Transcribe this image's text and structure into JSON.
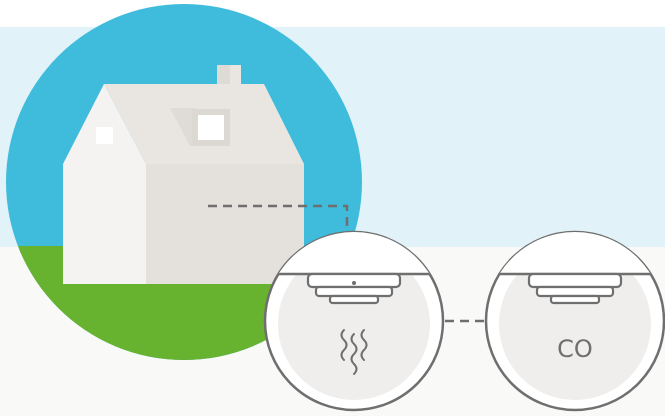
{
  "colors": {
    "sky_band": "#e2f2f9",
    "floor": "#f9f9f7",
    "sky_circle": "#3fbcdb",
    "grass": "#67b22f",
    "house_front": "#f4f3f1",
    "house_side": "#e4e0db",
    "roof": "#e9e6e2",
    "chimney": "#dedad5",
    "line": "#6f6f6f",
    "detector_bg": "#efeeec"
  },
  "detectors": [
    {
      "type": "smoke",
      "icon": "smoke-icon"
    },
    {
      "type": "co",
      "label": "CO",
      "icon": "co-detector-icon"
    }
  ]
}
